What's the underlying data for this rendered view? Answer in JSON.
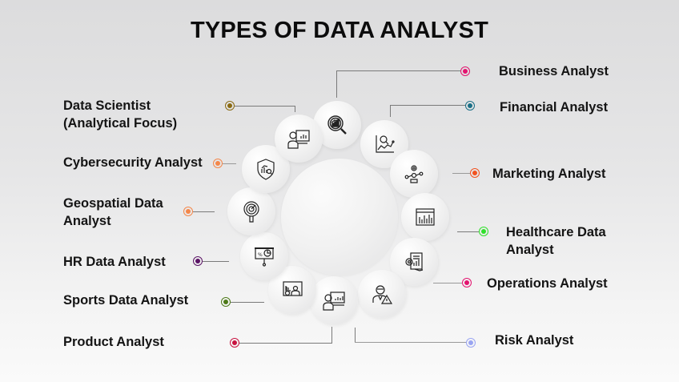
{
  "title": "TYPES OF DATA ANALYST",
  "colors": {
    "business": "#e3136f",
    "financial": "#1a6f86",
    "marketing": "#f2531f",
    "healthcare": "#2fe02a",
    "operations": "#e3136f",
    "risk": "#9aa5f2",
    "data_scientist": "#8a6a12",
    "cybersecurity": "#f4874a",
    "geospatial": "#f4874a",
    "hr": "#5b1466",
    "sports": "#4d7a18",
    "product": "#c8123f"
  },
  "analysts": {
    "business": {
      "label": "Business Analyst",
      "icon": "magnifier-chart-icon"
    },
    "financial": {
      "label": "Financial Analyst",
      "icon": "financial-chart-icon"
    },
    "marketing": {
      "label": "Marketing Analyst",
      "icon": "network-person-icon"
    },
    "healthcare": {
      "line1": "Healthcare Data",
      "line2": "Analyst",
      "icon": "dashboard-chart-icon"
    },
    "operations": {
      "label": "Operations Analyst",
      "icon": "gear-report-icon"
    },
    "risk": {
      "label": "Risk Analyst",
      "icon": "person-warning-icon"
    },
    "data_scientist": {
      "line1": "Data Scientist",
      "line2": "(Analytical Focus)",
      "icon": "person-screen-icon"
    },
    "cybersecurity": {
      "label": "Cybersecurity Analyst",
      "icon": "shield-chart-icon"
    },
    "geospatial": {
      "line1": "Geospatial Data",
      "line2": "Analyst",
      "icon": "radar-magnifier-icon"
    },
    "hr": {
      "label": "HR Data Analyst",
      "icon": "presentation-board-icon"
    },
    "sports": {
      "label": "Sports Data Analyst",
      "icon": "presenter-chart-icon"
    },
    "product": {
      "label": "Product Analyst",
      "icon": "person-monitor-icon"
    }
  }
}
